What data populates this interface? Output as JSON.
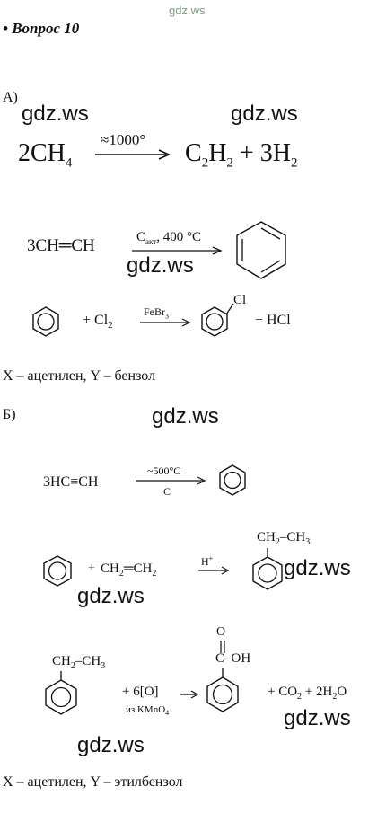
{
  "watermark": "gdz.ws",
  "title": "• Вопрос 10",
  "section_a": "А)",
  "section_b": "Б)",
  "a": {
    "eq1": {
      "left": "2CH",
      "left_sub": "4",
      "cond": "≈1000°",
      "p1": "C",
      "p1_sub1": "2",
      "p1_mid": "H",
      "p1_sub2": "2",
      "plus": "+ 3H",
      "p2_sub": "2"
    },
    "eq2": {
      "left": "3CH═CH",
      "cond": "C",
      "cond_sub": "акт",
      "cond_tail": ", 400 °C"
    },
    "eq3": {
      "plus1": "+ Cl",
      "sub1": "2",
      "cond": "FeBr",
      "cond_sub": "3",
      "cl": "Cl",
      "plus2": "+ HCl"
    },
    "answer": "X – ацетилен, Y – бензол"
  },
  "b": {
    "eq1": {
      "left": "3HC≡CH",
      "cond_top": "~500°C",
      "cond_bottom": "C"
    },
    "eq2": {
      "plus": "+",
      "reagent": "CH",
      "reagent_sub1": "2",
      "reagent_mid": "═CH",
      "reagent_sub2": "2",
      "cond": "H",
      "cond_sup": "+",
      "sub_top": "CH",
      "sub_top_s1": "2",
      "sub_top_mid": "–CH",
      "sub_top_s2": "3"
    },
    "eq3": {
      "sub_top": "CH",
      "sub_top_s1": "2",
      "sub_top_mid": "–CH",
      "sub_top_s2": "3",
      "plus": "+ 6[O]",
      "cond": "из KMnO",
      "cond_sub": "4",
      "cooh_o": "O",
      "cooh": "C–OH",
      "prod": "+ CO",
      "prod_sub1": "2",
      "prod_mid": " + 2H",
      "prod_sub2": "2",
      "prod_tail": "O"
    },
    "answer": "X – ацетилен, Y – этилбензол"
  }
}
